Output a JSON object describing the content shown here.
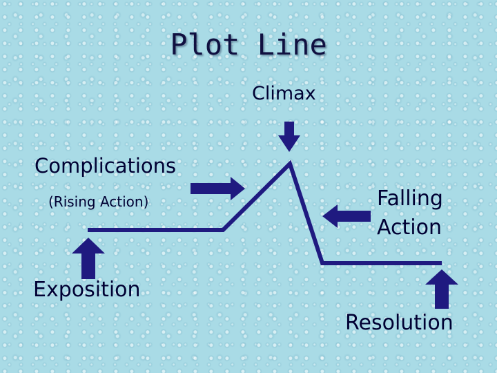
{
  "title": "Plot Line",
  "labels": {
    "climax": "Climax",
    "complications": "Complications",
    "rising_action": "(Rising Action)",
    "falling_action_line1": "Falling",
    "falling_action_line2": "Action",
    "exposition": "Exposition",
    "resolution": "Resolution"
  },
  "colors": {
    "background": "#a9dbe6",
    "line": "#1f1a80",
    "arrow": "#1f1a80",
    "text": "#000033"
  }
}
